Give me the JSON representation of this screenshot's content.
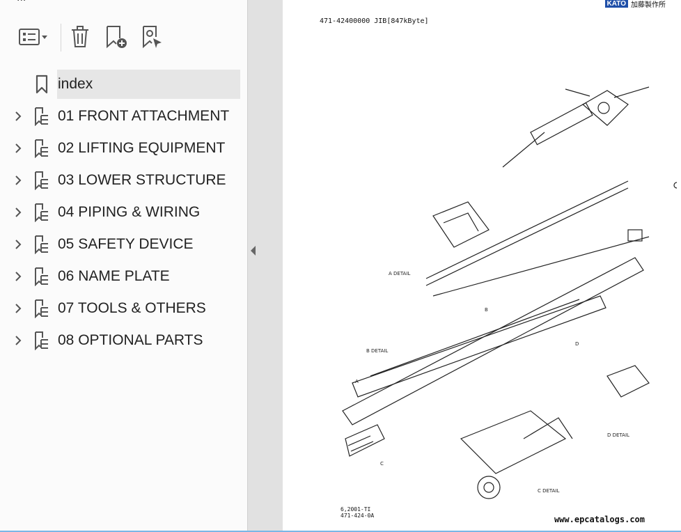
{
  "sidebar": {
    "top_clipped_text": "...",
    "toolbar": {
      "options_icon": "list-options-icon",
      "delete_icon": "trash-icon",
      "add_bookmark_icon": "bookmark-add-icon",
      "find_bookmark_icon": "bookmark-search-icon"
    },
    "items": [
      {
        "label": "index",
        "icon": "bookmark-icon"
      },
      {
        "label": "01 FRONT ATTACHMENT",
        "icon": "bookmark-tree-icon"
      },
      {
        "label": "02 LIFTING EQUIPMENT",
        "icon": "bookmark-tree-icon"
      },
      {
        "label": "03 LOWER STRUCTURE",
        "icon": "bookmark-tree-icon"
      },
      {
        "label": "04 PIPING & WIRING",
        "icon": "bookmark-tree-icon"
      },
      {
        "label": "05 SAFETY DEVICE",
        "icon": "bookmark-tree-icon"
      },
      {
        "label": "06 NAME PLATE",
        "icon": "bookmark-tree-icon"
      },
      {
        "label": "07 TOOLS & OTHERS",
        "icon": "bookmark-tree-icon"
      },
      {
        "label": "08 OPTIONAL PARTS",
        "icon": "bookmark-tree-icon"
      }
    ]
  },
  "document": {
    "header": "471-42400000 JIB[847kByte]",
    "logo_brand": "KATO",
    "logo_text": "加藤製作所",
    "footer_line1": "6,2001-TI",
    "footer_line2": "471-424-0A",
    "watermark": "www.epcatalogs.com",
    "detail_labels": [
      "A DETAIL",
      "B DETAIL",
      "C DETAIL",
      "D DETAIL"
    ],
    "callout_letters": [
      "A",
      "B",
      "C",
      "D"
    ]
  },
  "colors": {
    "sidebar_bg": "#fbfbfb",
    "gutter_bg": "#e1e1e1",
    "selected_bg": "#e6e6e6",
    "logo_blue": "#1f4fa8"
  }
}
